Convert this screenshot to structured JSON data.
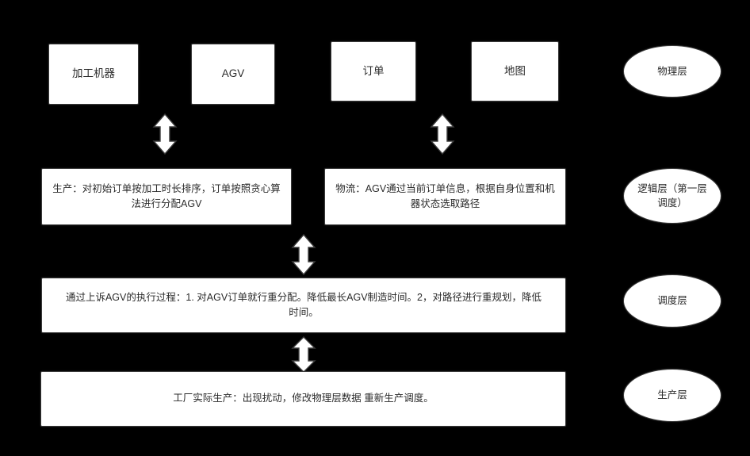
{
  "diagram": {
    "title": "Layered AGV production scheduling architecture",
    "background_color": "#000000",
    "node_fill": "#ffffff",
    "node_stroke": "#3b3b3b",
    "text_color": "#2b2b2b"
  },
  "physical_layer": {
    "nodes": [
      {
        "id": "machine",
        "label": "加工机器"
      },
      {
        "id": "agv",
        "label": "AGV"
      },
      {
        "id": "order",
        "label": "订单"
      },
      {
        "id": "map",
        "label": "地图"
      }
    ]
  },
  "logic_layer": {
    "nodes": [
      {
        "id": "production",
        "label": "生产：对初始订单按加工时长排序，订单按照贪心算法进行分配AGV"
      },
      {
        "id": "logistics",
        "label": "物流：AGV通过当前订单信息，根据自身位置和机器状态选取路径"
      }
    ]
  },
  "schedule_layer": {
    "nodes": [
      {
        "id": "reschedule",
        "label": "通过上诉AGV的执行过程：1. 对AGV订单就行重分配。降低最长AGV制造时间。2，对路径进行重规划，降低时间。"
      }
    ]
  },
  "production_layer": {
    "nodes": [
      {
        "id": "factory",
        "label": "工厂实际生产：出现扰动，修改物理层数据 重新生产调度。"
      }
    ]
  },
  "layer_labels": [
    {
      "id": "physical",
      "label": "物理层"
    },
    {
      "id": "logic",
      "label": "逻辑层（第一层调度）"
    },
    {
      "id": "schedule",
      "label": "调度层"
    },
    {
      "id": "production",
      "label": "生产层"
    }
  ],
  "connectors": [
    {
      "id": "machine-agv-to-production",
      "icon": "double-headed-vertical-arrow-icon"
    },
    {
      "id": "order-map-to-logistics",
      "icon": "double-headed-vertical-arrow-icon"
    },
    {
      "id": "logic-to-schedule",
      "icon": "double-headed-vertical-arrow-icon"
    },
    {
      "id": "schedule-to-production",
      "icon": "double-headed-vertical-arrow-icon"
    }
  ]
}
